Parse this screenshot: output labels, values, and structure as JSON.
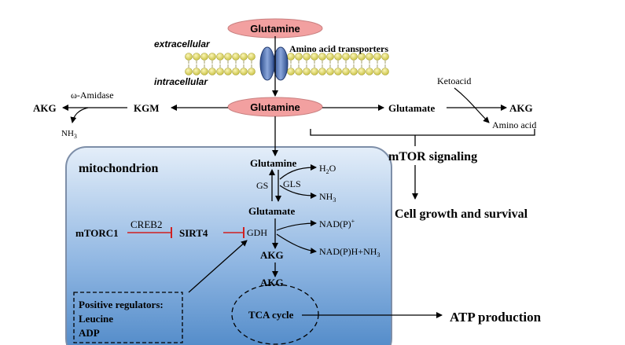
{
  "labels": {
    "glutamine_top": "Glutamine",
    "extracellular": "extracellular",
    "intracellular": "intracellular",
    "transporters": "Amino acid transporters",
    "glutamine_mid": "Glutamine",
    "kgm": "KGM",
    "akg_left": "AKG",
    "omega_amidase": "ω-Amidase",
    "nh3_left": "NH",
    "nh3_left_sub": "3",
    "glutamate_right": "Glutamate",
    "ketoacid": "Ketoacid",
    "akg_right": "AKG",
    "amino_acid": "Amino acid",
    "mtor": "mTOR signaling",
    "cell_growth": "Cell growth and survival",
    "mitochondrion": "mitochondrion",
    "glutamine_mito": "Glutamine",
    "gs": "GS",
    "gls": "GLS",
    "h2o_pre": "H",
    "h2o_sub": "2",
    "h2o_post": "O",
    "nh3_mito": "NH",
    "nh3_mito_sub": "3",
    "glutamate_mito": "Glutamate",
    "gdh": "GDH",
    "nadp_plus": "NAD(P)",
    "nadp_plus_sup": "+",
    "nadph": "NAD(P)H+NH",
    "nadph_sub": "3",
    "mtorc1": "mTORC1",
    "creb2": "CREB2",
    "sirt4": "SIRT4",
    "akg_mito": "AKG",
    "akg_tca": "AKG",
    "tca": "TCA cycle",
    "atp": "ATP production",
    "pos_reg": "Positive regulators:",
    "leucine": "Leucine",
    "adp": "ADP"
  },
  "colors": {
    "glutamine_ellipse": "#f2a0a0",
    "membrane_bead": "#e8e070",
    "transporter": "#4a6aa8",
    "mito_top": "#e4eef9",
    "mito_bottom": "#4b86c6",
    "inhibit": "#d02020"
  }
}
